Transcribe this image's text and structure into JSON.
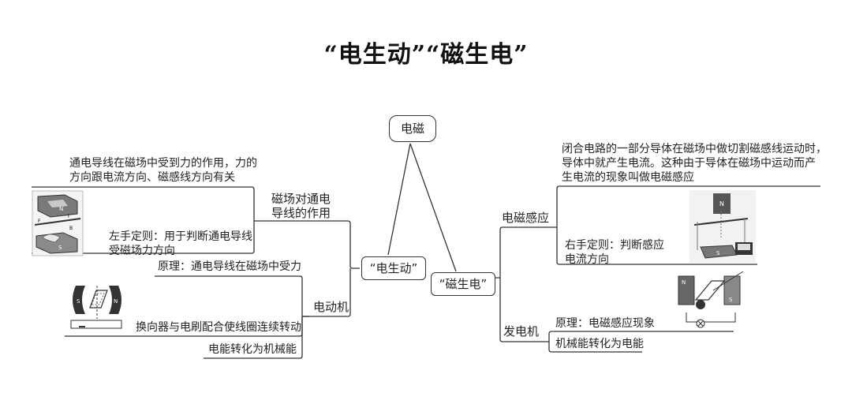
{
  "title": "“电生动”“磁生电”",
  "root": {
    "label": "电磁"
  },
  "left": {
    "label": "“电生动”",
    "branches": [
      {
        "label_lines": [
          "磁场对通电",
          "导线的作用"
        ],
        "items": [
          {
            "lines": [
              "通电导线在磁场中受到力的作用，力的",
              "方向跟电流方向、磁感线方向有关"
            ]
          },
          {
            "lines": [
              "左手定则：用于判断通电导线",
              "受磁场力方向"
            ]
          }
        ],
        "figure": {
          "icon": "left-hand-rule-figure-icon",
          "labels": [
            "N",
            "S",
            "F",
            "I",
            "B"
          ]
        }
      },
      {
        "label": "电动机",
        "items": [
          {
            "text": "原理：通电导线在磁场中受力"
          },
          {
            "text": "换向器与电刷配合使线圈连续转动"
          },
          {
            "text": "电能转化为机械能"
          }
        ],
        "figure": {
          "icon": "dc-motor-figure-icon",
          "labels": [
            "S",
            "N"
          ]
        }
      }
    ]
  },
  "right": {
    "label": "“磁生电”",
    "branches": [
      {
        "label": "电磁感应",
        "items": [
          {
            "lines": [
              "闭合电路的一部分导体在磁场中做切割磁感线运动时，",
              "导体中就产生电流。这种由于导体在磁场中运动而产",
              "生电流的现象叫做电磁感应"
            ]
          },
          {
            "lines": [
              "右手定则：判断感应",
              "电流方向"
            ]
          }
        ],
        "figure": {
          "icon": "induction-experiment-figure-icon",
          "labels": [
            "N",
            "S"
          ]
        }
      },
      {
        "label": "发电机",
        "items": [
          {
            "text": "原理：电磁感应现象"
          },
          {
            "text": "机械能转化为电能"
          }
        ],
        "figure": {
          "icon": "generator-figure-icon",
          "labels": [
            "N",
            "S"
          ]
        }
      }
    ]
  }
}
